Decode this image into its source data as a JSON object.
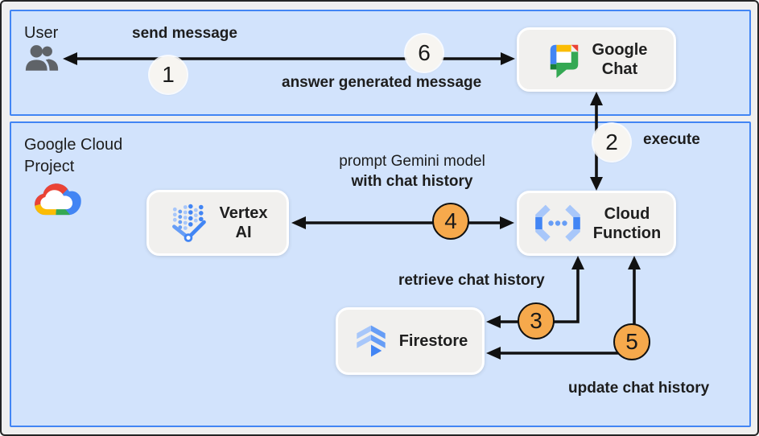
{
  "zones": {
    "user": {
      "label": "User"
    },
    "gcp": {
      "label": "Google Cloud Project"
    }
  },
  "nodes": {
    "google_chat": {
      "line1": "Google",
      "line2": "Chat",
      "icon": "google-chat-icon"
    },
    "vertex_ai": {
      "line1": "Vertex",
      "line2": "AI",
      "icon": "vertex-ai-icon"
    },
    "cloud_function": {
      "line1": "Cloud",
      "line2": "Function",
      "icon": "cloud-function-icon"
    },
    "firestore": {
      "line1": "Firestore",
      "icon": "firestore-icon"
    }
  },
  "steps": {
    "s1": {
      "num": "1",
      "label": "send message"
    },
    "s2": {
      "num": "2",
      "label": "execute"
    },
    "s3": {
      "num": "3",
      "label": "retrieve chat history"
    },
    "s4": {
      "num": "4",
      "label1": "prompt Gemini model",
      "label2": "with chat history"
    },
    "s5": {
      "num": "5",
      "label": "update chat history"
    },
    "s6": {
      "num": "6",
      "label": "answer generated message"
    }
  },
  "icons": {
    "user": "people-icon",
    "gcp": "google-cloud-logo"
  },
  "colors": {
    "canvas_bg": "#EFEFEF",
    "zone_fill": "#D2E3FC",
    "zone_border": "#4285F4",
    "node_fill": "#F1F0EE",
    "badge_light": "#F7F5F1",
    "badge_orange": "#F6A94C",
    "arrow": "#111111",
    "google_blue": "#4285F4",
    "google_red": "#EA4335",
    "google_yellow": "#FBBC04",
    "google_green": "#34A853",
    "green_dark": "#188038",
    "blue_light": "#A8C7FA",
    "blue_mid": "#669DF6",
    "people_gray": "#5F6368"
  }
}
